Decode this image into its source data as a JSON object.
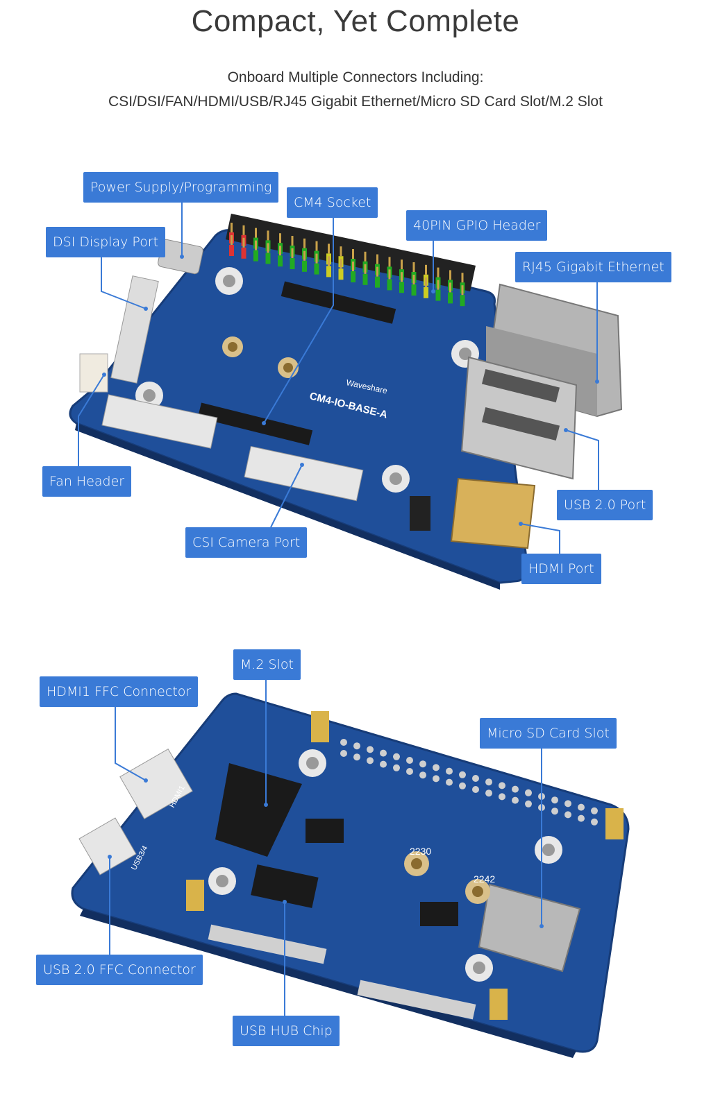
{
  "header": {
    "title": "Compact, Yet Complete",
    "subtitle_line1": "Onboard Multiple Connectors Including:",
    "subtitle_line2": "CSI/DSI/FAN/HDMI/USB/RJ45 Gigabit Ethernet/Micro SD Card Slot/M.2 Slot"
  },
  "top_board": {
    "silkscreen_brand": "Waveshare",
    "silkscreen_model": "CM4-IO-BASE-A",
    "labels": {
      "power": "Power Supply/Programming",
      "cm4": "CM4 Socket",
      "gpio": "40PIN GPIO Header",
      "dsi": "DSI Display Port",
      "rj45": "RJ45 Gigabit Ethernet",
      "fan": "Fan Header",
      "usb": "USB 2.0 Port",
      "csi": "CSI Camera Port",
      "hdmi": "HDMI Port"
    }
  },
  "bottom_board": {
    "silkscreen_hdmi": "HDMI1",
    "silkscreen_usb": "USB3/4",
    "silkscreen_2230": "2230",
    "silkscreen_2242": "2242",
    "labels": {
      "m2": "M.2 Slot",
      "hdmi_ffc": "HDMI1 FFC Connector",
      "microsd": "Micro SD Card Slot",
      "usb_ffc": "USB 2.0 FFC Connector",
      "hub": "USB HUB Chip"
    }
  },
  "colors": {
    "label_bg": "#3a7ad6",
    "pcb": "#1f4f9a",
    "pcb_dark": "#173c78"
  }
}
